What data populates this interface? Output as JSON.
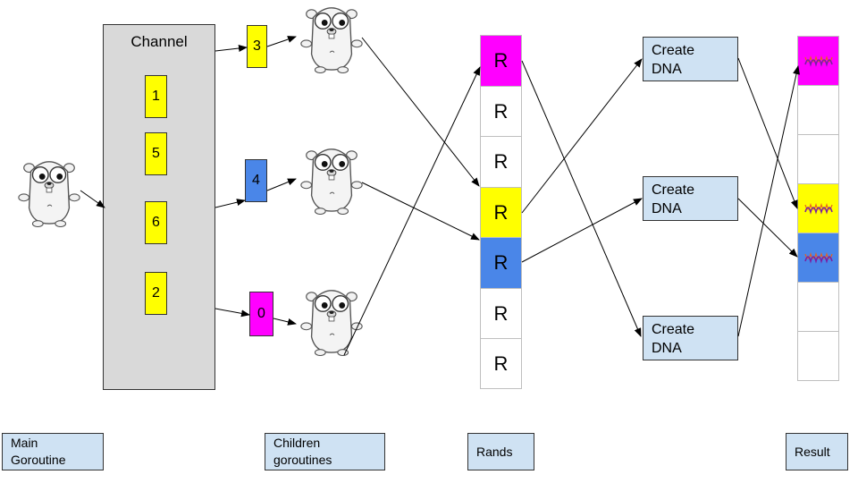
{
  "channel": {
    "title": "Channel",
    "items": [
      "1",
      "5",
      "6",
      "2"
    ]
  },
  "in_flight": [
    {
      "value": "3",
      "color": "#ffff00"
    },
    {
      "value": "4",
      "color": "#4a86e8"
    },
    {
      "value": "0",
      "color": "#ff00ff"
    }
  ],
  "rands": {
    "cells": [
      {
        "text": "R",
        "color": "#ff00ff"
      },
      {
        "text": "R",
        "color": "#ffffff"
      },
      {
        "text": "R",
        "color": "#ffffff"
      },
      {
        "text": "R",
        "color": "#ffff00"
      },
      {
        "text": "R",
        "color": "#4a86e8"
      },
      {
        "text": "R",
        "color": "#ffffff"
      },
      {
        "text": "R",
        "color": "#ffffff"
      }
    ]
  },
  "create_dna": [
    "Create\nDNA",
    "Create\nDNA",
    "Create\nDNA"
  ],
  "result": {
    "cells": [
      {
        "color": "#ff00ff",
        "dna": true
      },
      {
        "color": "#ffffff",
        "dna": false
      },
      {
        "color": "#ffffff",
        "dna": false
      },
      {
        "color": "#ffff00",
        "dna": true
      },
      {
        "color": "#4a86e8",
        "dna": true
      },
      {
        "color": "#ffffff",
        "dna": false
      },
      {
        "color": "#ffffff",
        "dna": false
      }
    ]
  },
  "labels": {
    "main": "Main\nGoroutine",
    "children": "Children\ngoroutines",
    "rands": "Rands",
    "result": "Result"
  },
  "icons": {
    "gopher": "go-gopher-mascot-icon",
    "dna": "dna-helix-icon"
  }
}
